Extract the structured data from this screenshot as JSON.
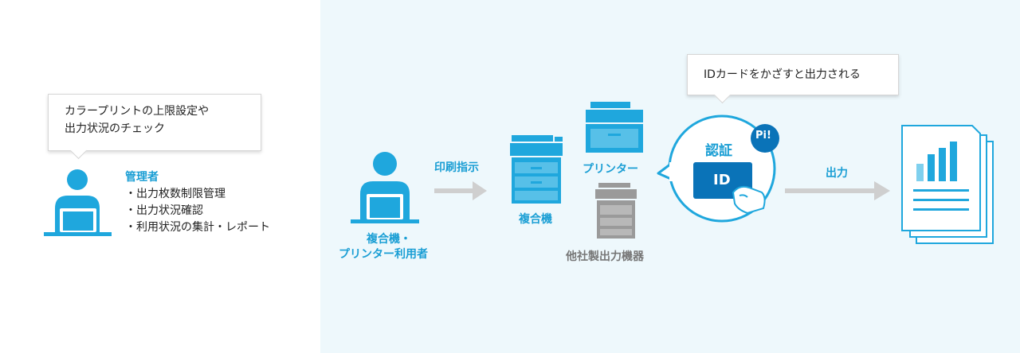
{
  "admin": {
    "bubble_line1": "カラープリントの上限設定や",
    "bubble_line2": "出力状況のチェック",
    "title": "管理者",
    "items": [
      "・出力枚数制限管理",
      "・出力状況確認",
      "・利用状況の集計・レポート"
    ]
  },
  "flow": {
    "user_label_line1": "複合機・",
    "user_label_line2": "プリンター利用者",
    "print_instruction": "印刷指示",
    "mfp_label": "複合機",
    "printer_label": "プリンター",
    "other_devices_label": "他社製出力機器",
    "auth_label": "認証",
    "id_card_text": "ID",
    "pi_badge_text": "Pi!",
    "id_bubble": "IDカードをかざすと出力される",
    "output_label": "出力"
  },
  "colors": {
    "accent": "#1a9ed4",
    "icon_blue": "#1fa7dd",
    "gray_device": "#9a9a9a",
    "arrow_gray": "#cfcfcf",
    "panel_bg": "#eef8fc",
    "card_blue": "#0a73b8"
  }
}
